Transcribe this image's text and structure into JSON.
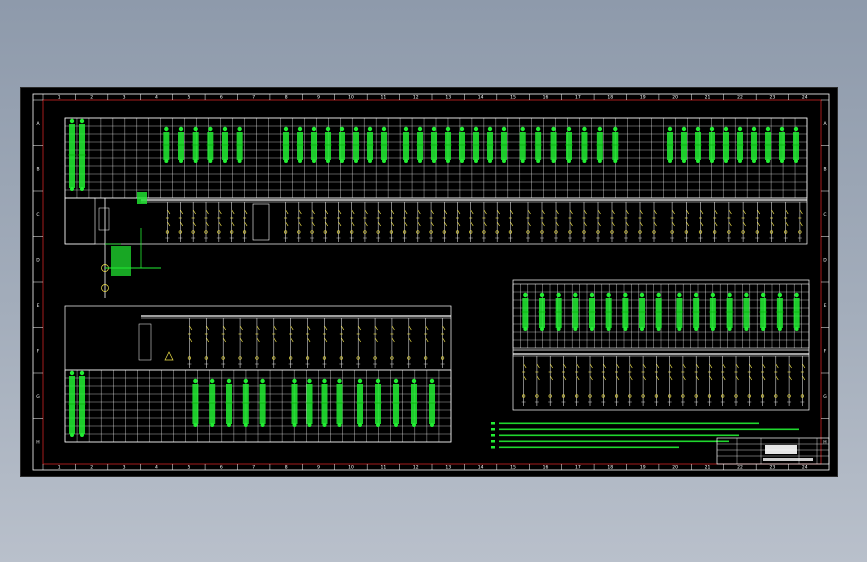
{
  "drawing": {
    "colors": {
      "background": "#000000",
      "frame": "#ffffff",
      "border_accent": "#cc2222",
      "circuit": "#22ee33",
      "lines": "#ffffff",
      "yellow": "#f2e34a"
    },
    "ruler": {
      "columns": [
        "1",
        "2",
        "3",
        "4",
        "5",
        "6",
        "7",
        "8",
        "9",
        "10",
        "11",
        "12",
        "13",
        "14",
        "15",
        "16",
        "17",
        "18",
        "19",
        "20",
        "21",
        "22",
        "23",
        "24"
      ],
      "rows": [
        "A",
        "B",
        "C",
        "D",
        "E",
        "F",
        "G",
        "H"
      ]
    },
    "title_block": {
      "logo": "logo-mark"
    }
  }
}
